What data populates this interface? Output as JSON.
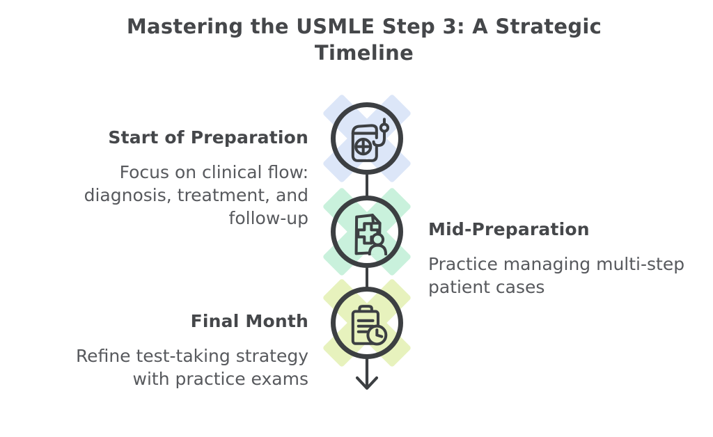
{
  "title": "Mastering the USMLE Step 3: A Strategic Timeline",
  "colors": {
    "background": "#ffffff",
    "line_art": "#3c3f42",
    "title_text": "#45474a",
    "heading_text": "#45474a",
    "body_text": "#57595d"
  },
  "timeline": {
    "milestones": [
      {
        "heading": "Start of Preparation",
        "description": "Focus on clinical flow: diagnosis, treatment, and follow-up",
        "side": "left",
        "icon": "medical-book-stethoscope-icon",
        "accent_color": "#dce6f8"
      },
      {
        "heading": "Mid-Preparation",
        "description": "Practice managing multi-step patient cases",
        "side": "right",
        "icon": "patient-document-person-icon",
        "accent_color": "#c9f1dc"
      },
      {
        "heading": "Final Month",
        "description": "Refine test-taking strategy with practice exams",
        "side": "left",
        "icon": "clipboard-clock-icon",
        "accent_color": "#e7f2bd"
      }
    ]
  }
}
